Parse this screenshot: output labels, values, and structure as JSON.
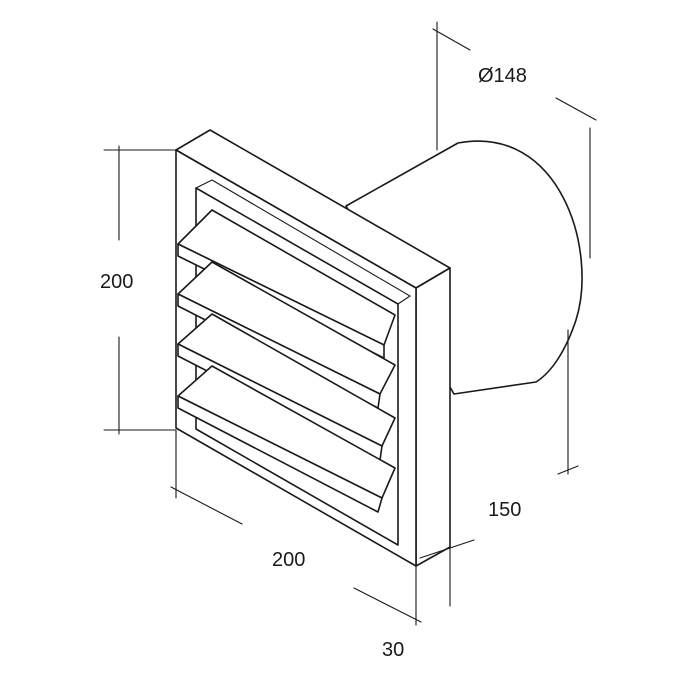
{
  "dimensions": {
    "diameter": "Ø148",
    "height": "200",
    "width": "200",
    "depth": "150",
    "frame_depth": "30"
  },
  "colors": {
    "line": "#1a1a1a",
    "background": "#ffffff"
  }
}
